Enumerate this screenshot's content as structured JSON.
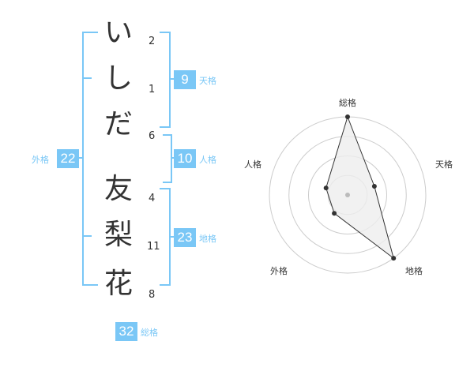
{
  "colors": {
    "accent": "#7ac7f6",
    "text": "#333333",
    "ring": "#cccccc",
    "polygon_fill": "#eeeeee",
    "polygon_stroke": "#333333",
    "point": "#333333",
    "center_point": "#bbbbbb"
  },
  "name_chars": [
    {
      "char": "い",
      "strokes": "2"
    },
    {
      "char": "し",
      "strokes": "1"
    },
    {
      "char": "だ",
      "strokes": "6"
    },
    {
      "char": "友",
      "strokes": "4"
    },
    {
      "char": "梨",
      "strokes": "11"
    },
    {
      "char": "花",
      "strokes": "8"
    }
  ],
  "fortune": {
    "tenkaku": {
      "value": "9",
      "label": "天格"
    },
    "jinkaku": {
      "value": "10",
      "label": "人格"
    },
    "chikaku": {
      "value": "23",
      "label": "地格"
    },
    "gaikaku": {
      "value": "22",
      "label": "外格"
    },
    "soukaku": {
      "value": "32",
      "label": "総格"
    }
  },
  "chart_data": {
    "type": "radar",
    "axes": [
      "総格",
      "天格",
      "地格",
      "外格",
      "人格"
    ],
    "values": [
      32,
      9,
      23,
      22,
      10
    ],
    "point_levels": [
      1.0,
      0.36,
      1.0,
      0.29,
      0.29
    ],
    "rings": 4,
    "grid": true
  }
}
